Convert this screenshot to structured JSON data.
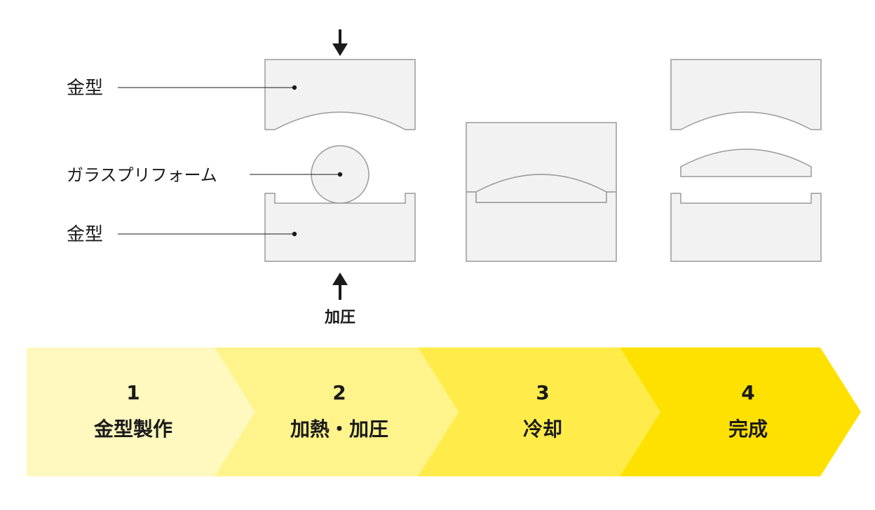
{
  "labels": {
    "upper_mold": "金型",
    "glass_preform": "ガラスプリフォーム",
    "lower_mold": "金型",
    "pressure": "加圧"
  },
  "steps": [
    {
      "number": "1",
      "label": "金型製作"
    },
    {
      "number": "2",
      "label": "加熱・加圧"
    },
    {
      "number": "3",
      "label": "冷却"
    },
    {
      "number": "4",
      "label": "完成"
    }
  ],
  "colors": {
    "mold_fill": "#f2f2f2",
    "mold_stroke": "#9a9a9a",
    "text": "#1a1a1a",
    "step1": "#fff8bf",
    "step2": "#fff48c",
    "step3": "#ffec4a",
    "step4": "#ffe100"
  }
}
